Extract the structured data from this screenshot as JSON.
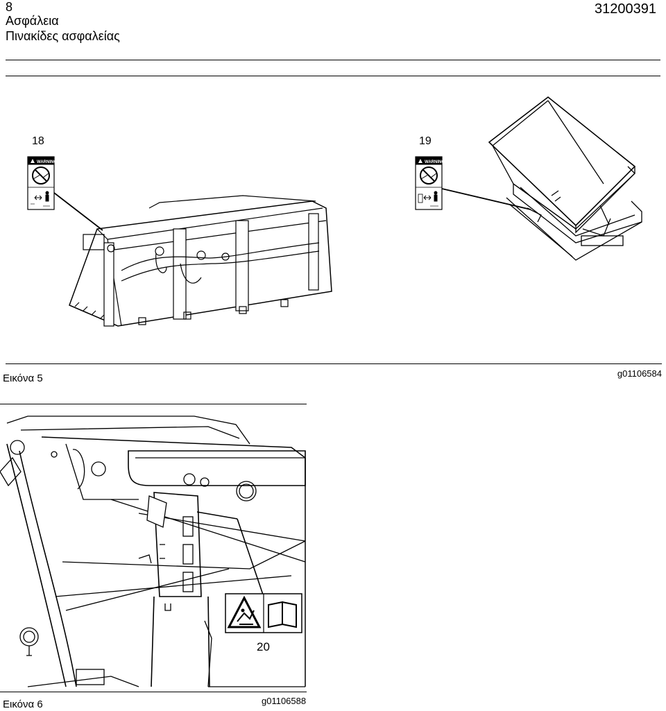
{
  "header": {
    "page_number": "8",
    "section": "Ασφάλεια",
    "subsection": "Πινακίδες ασφαλείας",
    "doc_number": "31200391"
  },
  "figure5": {
    "callout_left": "18",
    "callout_right": "19",
    "decal_heading": "WARNING",
    "caption": "Εικόνα 5",
    "graphic_id": "g01106584"
  },
  "figure6": {
    "callout": "20",
    "caption": "Εικόνα 6",
    "graphic_id": "g01106588"
  }
}
